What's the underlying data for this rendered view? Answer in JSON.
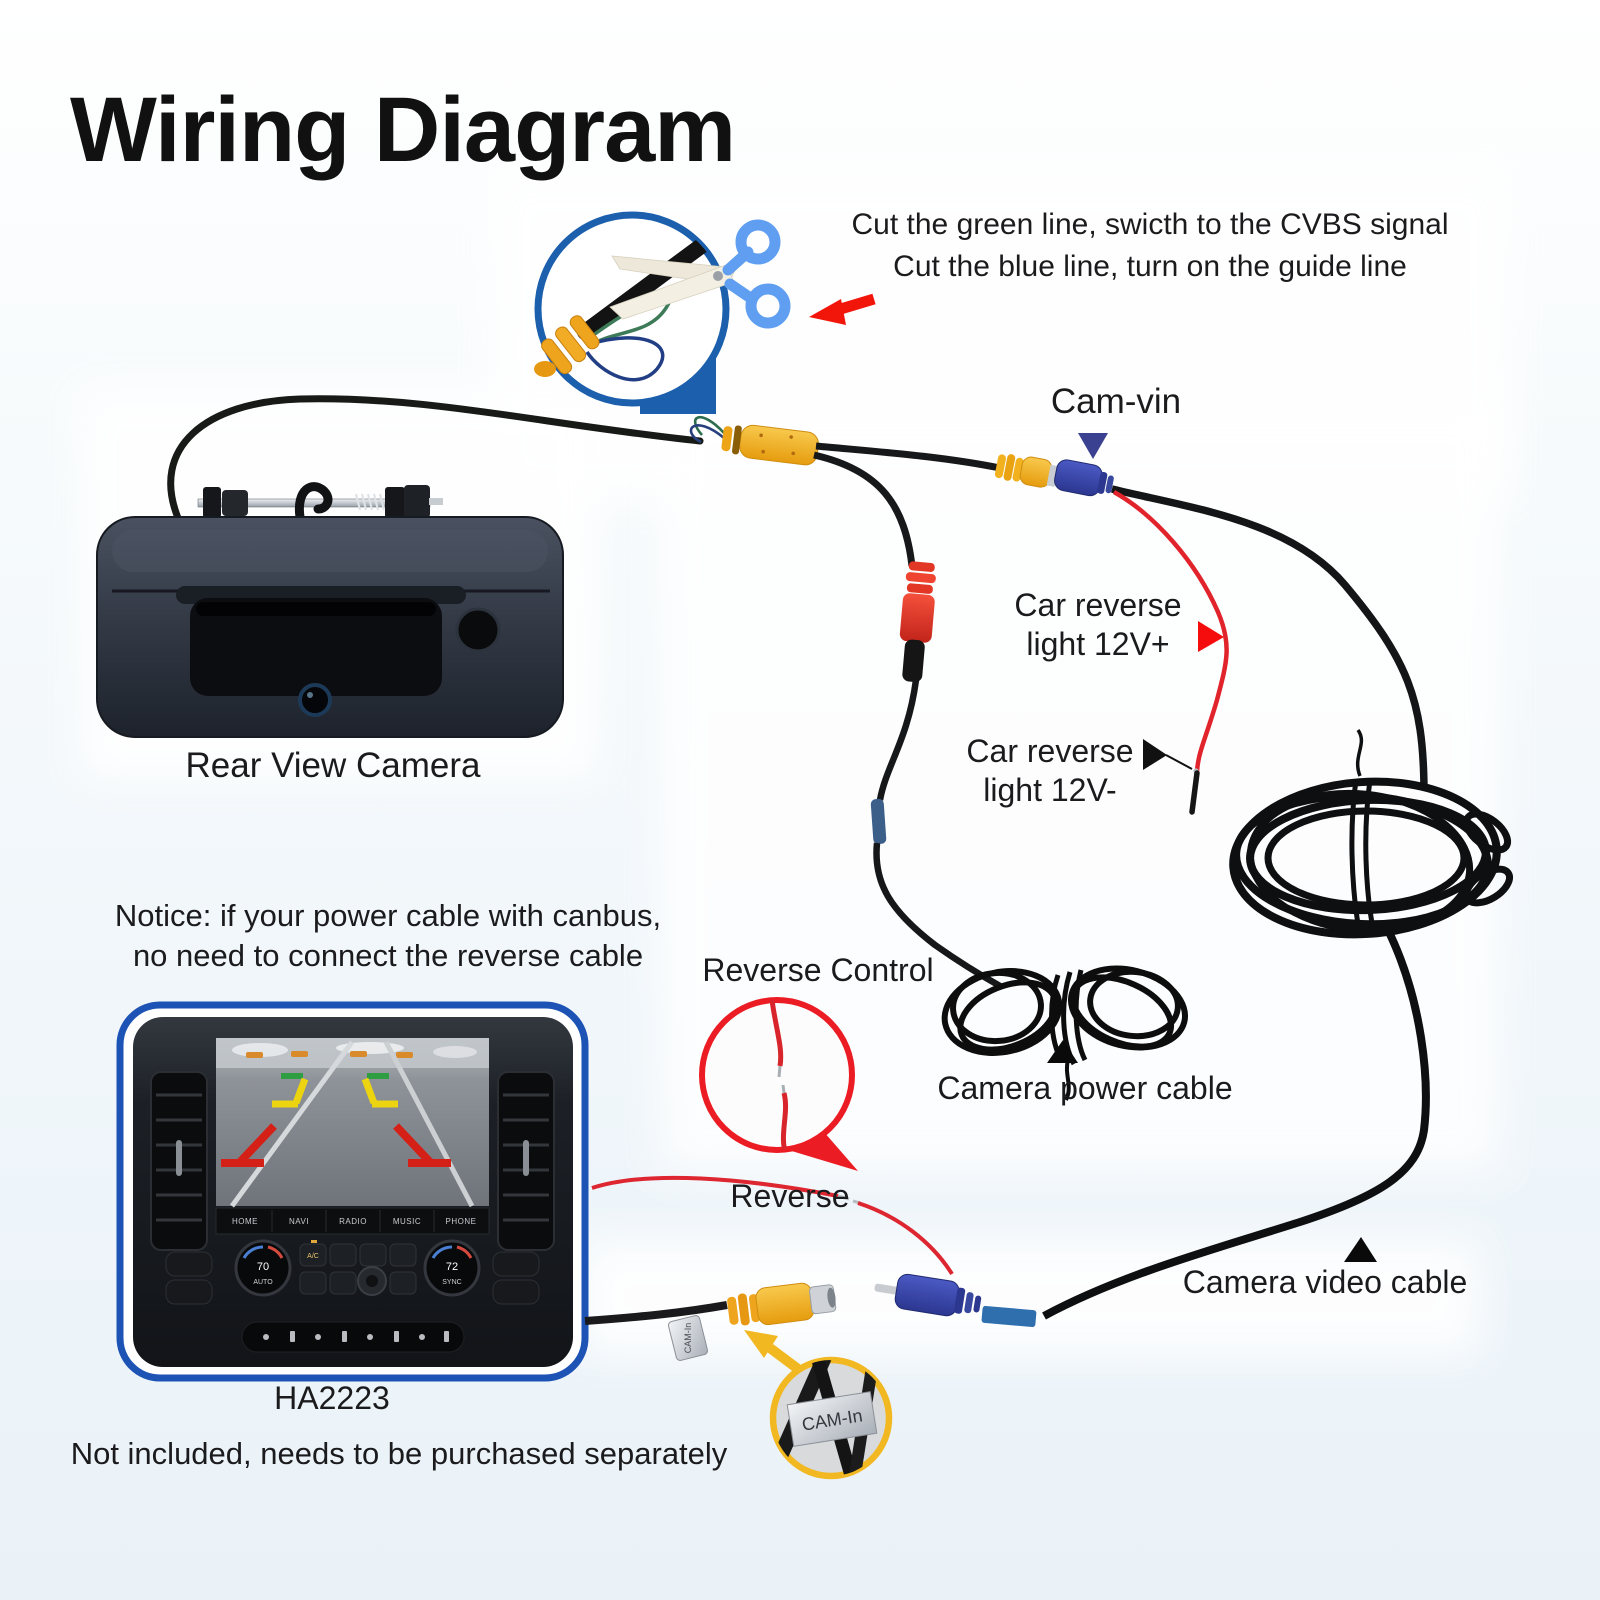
{
  "page": {
    "title": "Wiring Diagram"
  },
  "annotations": {
    "cut_note": {
      "line1": "Cut the green line, swicth to the CVBS signal",
      "line2": "Cut the blue line, turn on the guide line"
    },
    "cam_vin": "Cam-vin",
    "rear_view_camera": "Rear View Camera",
    "reverse_light_positive": {
      "line1": "Car reverse",
      "line2": "light 12V+"
    },
    "reverse_light_negative": {
      "line1": "Car reverse",
      "line2": "light 12V-"
    },
    "notice": {
      "line1": "Notice: if your power cable with canbus,",
      "line2": "no need to connect the reverse cable"
    },
    "reverse_control": "Reverse Control",
    "reverse": "Reverse",
    "camera_power_cable": "Camera power cable",
    "camera_video_cable": "Camera video cable",
    "head_unit_model": "HA2223",
    "head_unit_note": "Not included, needs to be purchased separately",
    "cam_in_tag": "CAM-In",
    "cam_in_zoom": "CAM-In"
  },
  "head_unit": {
    "menu_items": [
      "HOME",
      "NAVI",
      "RADIO",
      "MUSIC",
      "PHONE"
    ],
    "left_knob": {
      "value": "70",
      "label": "AUTO"
    },
    "right_knob": {
      "value": "72",
      "label": "SYNC"
    },
    "ac_button": "A/C"
  },
  "colors": {
    "accent_blue": "#1b5fad",
    "alert_red": "#ec1c24",
    "highlight_yellow": "#f2b822",
    "navy_marker": "#3a4191",
    "wire_red": "#e1232b",
    "rca_yellow": "#f2b21f",
    "rca_blue": "#3b49ae"
  }
}
